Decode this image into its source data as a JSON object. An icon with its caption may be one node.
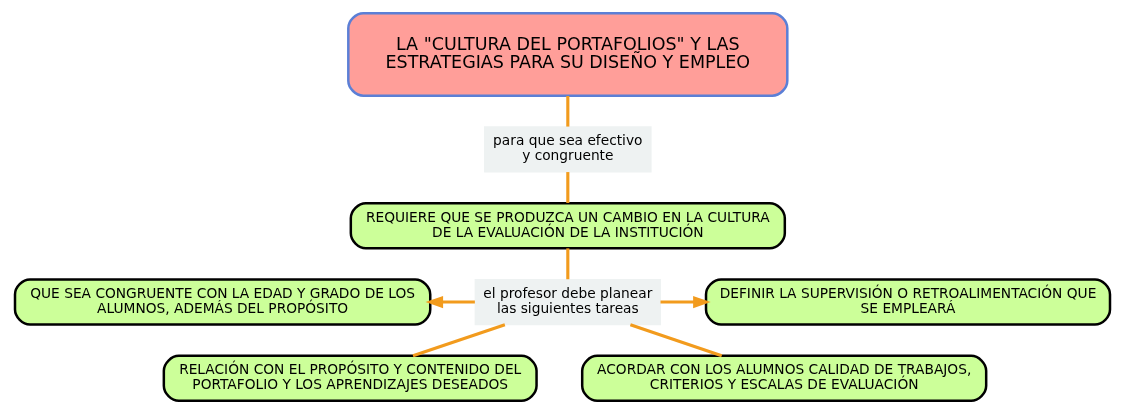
{
  "diagram": {
    "nodes": [
      {
        "text": [
          "LA \"CULTURA DEL PORTAFOLIOS\" Y LAS ESTRATEGIAS PARA SU DISEÑO Y EMPLEO"
        ]
      },
      {
        "text": [
          "para que sea efectivo y congruente"
        ]
      },
      {
        "text": [
          "REQUIERE QUE SE PRODUZCA UN CAMBIO EN LA CULTURA DE LA EVALUACIÓN DE LA INSTITUCIÓN"
        ]
      },
      {
        "text": [
          "el profesor debe planear las siguientes tareas"
        ]
      },
      {
        "text": [
          "QUE SEA CONGRUENTE CON LA EDAD Y GRADO DE LOS ALUMNOS, ADEMÁS DEL PROPÓSITO"
        ]
      },
      {
        "text": [
          "DEFINIR LA SUPERVISIÓN O RETROALIMENTACIÓN QUE SE EMPLEARÁ"
        ]
      },
      {
        "text": [
          "RELACIÓN CON EL PROPÓSITO Y CONTENIDO DEL PORTAFOLIO Y LOS APRENDIZAJES DESEADOS"
        ]
      },
      {
        "text": [
          "ACORDAR CON LOS ALUMNOS CALIDAD DE TRABAJOS, CRITERIOS Y ESCALAS DE EVALUACIÓN"
        ]
      }
    ],
    "edges": [
      {
        "from": 0,
        "to": 1,
        "arrow": "none"
      },
      {
        "from": 1,
        "to": 2,
        "arrow": "none"
      },
      {
        "from": 2,
        "to": 3,
        "arrow": "none"
      },
      {
        "from": 3,
        "to": 4,
        "arrow": "to"
      },
      {
        "from": 3,
        "to": 5,
        "arrow": "to"
      },
      {
        "from": 3,
        "to": 6,
        "arrow": "none"
      },
      {
        "from": 3,
        "to": 7,
        "arrow": "none"
      }
    ]
  }
}
